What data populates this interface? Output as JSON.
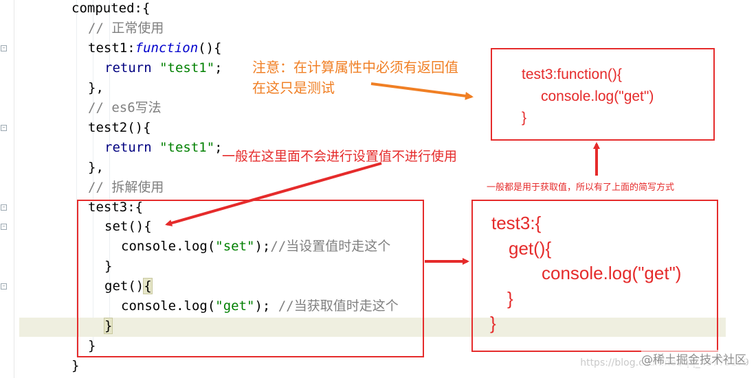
{
  "editor": {
    "lines": {
      "l1_a": "computed",
      "l1_b": ":{",
      "l2": "// 正常使用",
      "l3_a": "test1:",
      "l3_b": "function",
      "l3_c": "(){",
      "l4_a": "return ",
      "l4_b": "\"test1\"",
      "l4_c": ";",
      "l5": "},",
      "l6": "// es6写法",
      "l7": "test2(){",
      "l8_a": "return ",
      "l8_b": "\"test1\"",
      "l8_c": ";",
      "l9": "},",
      "l10": "// 拆解使用",
      "l11_a": "test3:",
      "l11_b": "{",
      "l12_a": "set()",
      "l12_b": "{",
      "l13_a": "console.log(",
      "l13_b": "\"set\"",
      "l13_c": ");",
      "l13_d": "//当设置值时走这个",
      "l14": "}",
      "l15_a": "get()",
      "l15_b": "{",
      "l16_a": "console.log(",
      "l16_b": "\"get\"",
      "l16_c": "); ",
      "l16_d": "//当获取值时走这个",
      "l17": "}",
      "l18": "}",
      "l19": "}"
    }
  },
  "annotations": {
    "note_orange_1": "注意：在计算属性中必须有返回值",
    "note_orange_2": "在这只是测试",
    "note_red_set": "一般在这里面不会进行设置值不进行使用",
    "note_red_small": "一般都是用于获取值，所以有了上面的简写方式",
    "box_top": {
      "line1": "test3:function(){",
      "line2": "console.log(\"get\")",
      "line3": "}"
    },
    "box_bottom": {
      "line1": "test3:{",
      "line2": "get(){",
      "line3": "console.log(\"get\")",
      "line4": "}",
      "line5": "}"
    }
  },
  "watermark": {
    "text": "@稀土掘金技术社区",
    "url": "https://blog.csdn.net/qq_45775179"
  },
  "colors": {
    "annotation_red": "#e52b2b",
    "annotation_orange": "#f07f24",
    "string_green": "#008000",
    "comment_gray": "#808080"
  }
}
